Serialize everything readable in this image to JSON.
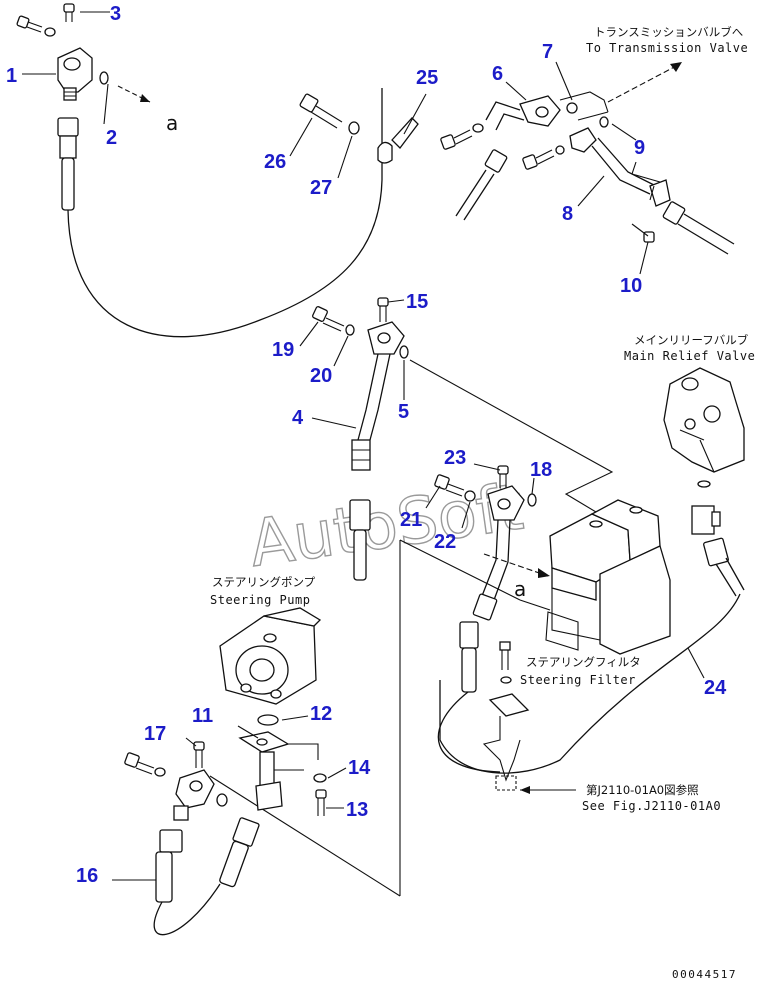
{
  "callouts": {
    "c1": "1",
    "c2": "2",
    "c3": "3",
    "c4": "4",
    "c5": "5",
    "c6": "6",
    "c7": "7",
    "c8": "8",
    "c9": "9",
    "c10": "10",
    "c11": "11",
    "c12": "12",
    "c13": "13",
    "c14": "14",
    "c15": "15",
    "c16": "16",
    "c17": "17",
    "c18": "18",
    "c19": "19",
    "c20": "20",
    "c21": "21",
    "c22": "22",
    "c23": "23",
    "c24": "24",
    "c25": "25",
    "c26": "26",
    "c27": "27"
  },
  "labels": {
    "transmission_jp": "トランスミッションバルブへ",
    "transmission_en": "To Transmission Valve",
    "main_relief_jp": "メインリリーフバルブ",
    "main_relief_en": "Main Relief Valve",
    "steering_pump_jp": "ステアリングポンプ",
    "steering_pump_en": "Steering Pump",
    "steering_filter_jp": "ステアリングフィルタ",
    "steering_filter_en": "Steering Filter",
    "see_fig_jp": "第J2110-01A0図参照",
    "see_fig_en": "See Fig.J2110-01A0",
    "arrow_a_top": "a",
    "arrow_a_mid": "a"
  },
  "watermark": "AutoSoft",
  "figure_number": "00044517",
  "colors": {
    "callout": "#1c1cc8",
    "line": "#111111",
    "watermark": "#9a9a9a"
  }
}
